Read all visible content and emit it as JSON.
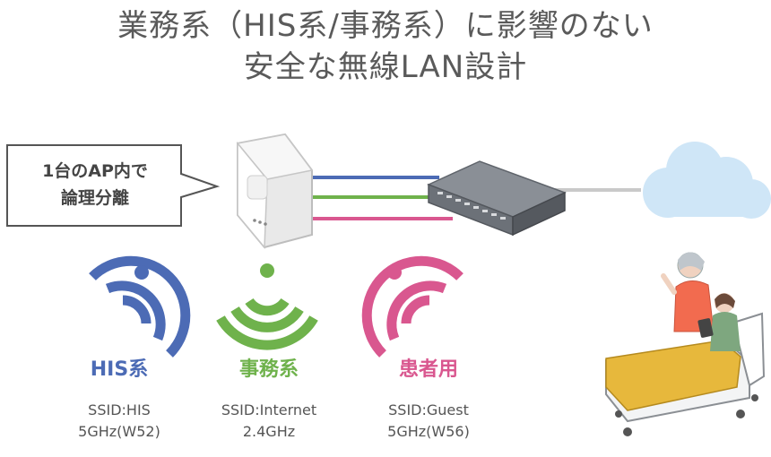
{
  "title": {
    "line1": "業務系（HIS系/事務系）に影響のない",
    "line2": "安全な無線LAN設計"
  },
  "callout": {
    "line1": "1台のAP内で",
    "line2": "論理分離"
  },
  "networks": [
    {
      "name": "HIS系",
      "ssid": "SSID:HIS",
      "band": "5GHz(W52)",
      "color": "#4c6bb5"
    },
    {
      "name": "事務系",
      "ssid": "SSID:Internet",
      "band": "2.4GHz",
      "color": "#6fb24c"
    },
    {
      "name": "患者用",
      "ssid": "SSID:Guest",
      "band": "5GHz(W56)",
      "color": "#d9578f"
    }
  ],
  "icons": [
    "access-point-icon",
    "network-switch-icon",
    "cloud-icon",
    "wifi-icon",
    "patient-bed-illustration"
  ]
}
